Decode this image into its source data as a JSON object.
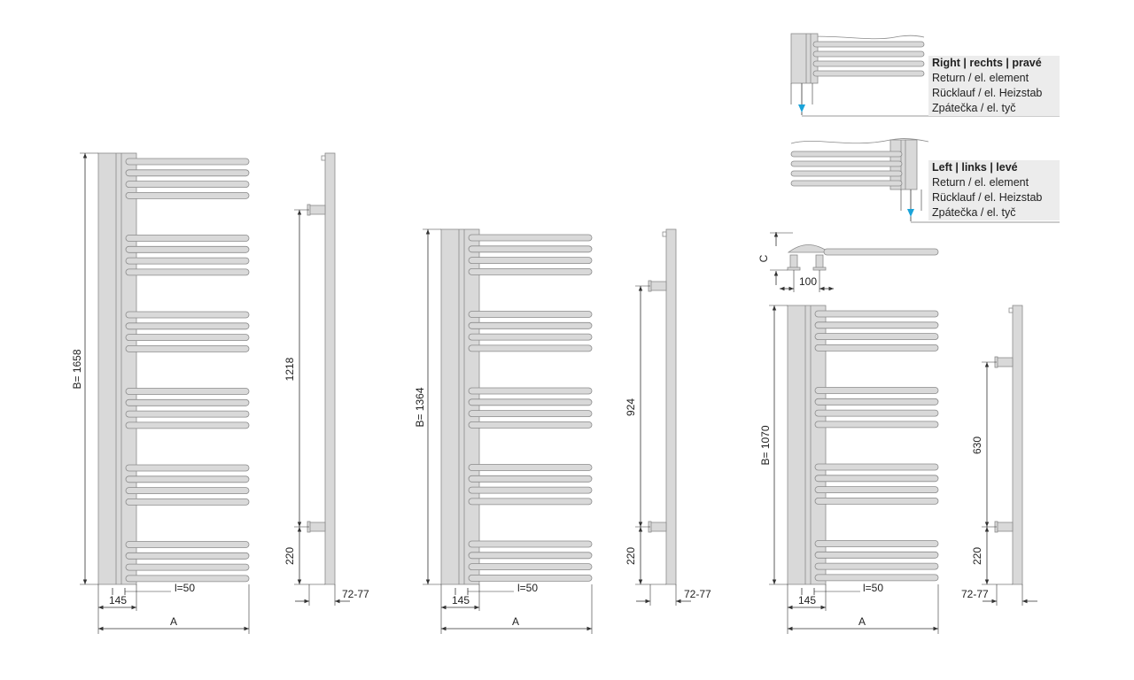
{
  "colors": {
    "body": "#d9d9d9",
    "outline": "#8a8a8a",
    "dim": "#333333",
    "arrow_accent": "#1aa3d9",
    "legend_bg": "#ececec"
  },
  "radiators": [
    {
      "height_label": "B= 1658",
      "connection_label": "1218",
      "bottom_label": "220",
      "width_145": "145",
      "pipe_label": "l=50",
      "width_label": "A",
      "depth_label": "72-77"
    },
    {
      "height_label": "B= 1364",
      "connection_label": "924",
      "bottom_label": "220",
      "width_145": "145",
      "pipe_label": "l=50",
      "width_label": "A",
      "depth_label": "72-77"
    },
    {
      "height_label": "B= 1070",
      "connection_label": "630",
      "bottom_label": "220",
      "width_145": "145",
      "pipe_label": "l=50",
      "width_label": "A",
      "depth_label": "72-77"
    }
  ],
  "top_detail": {
    "c_label": "C",
    "spacing_label": "100"
  },
  "legend_right": {
    "title": "Right |  rechts | pravé",
    "lines": [
      "Return / el. element",
      "Rücklauf / el. Heizstab",
      "Zpátečka / el. tyč"
    ]
  },
  "legend_left": {
    "title": "Left | links | levé",
    "lines": [
      "Return / el. element",
      "Rücklauf / el. Heizstab",
      "Zpátečka / el. tyč"
    ]
  }
}
